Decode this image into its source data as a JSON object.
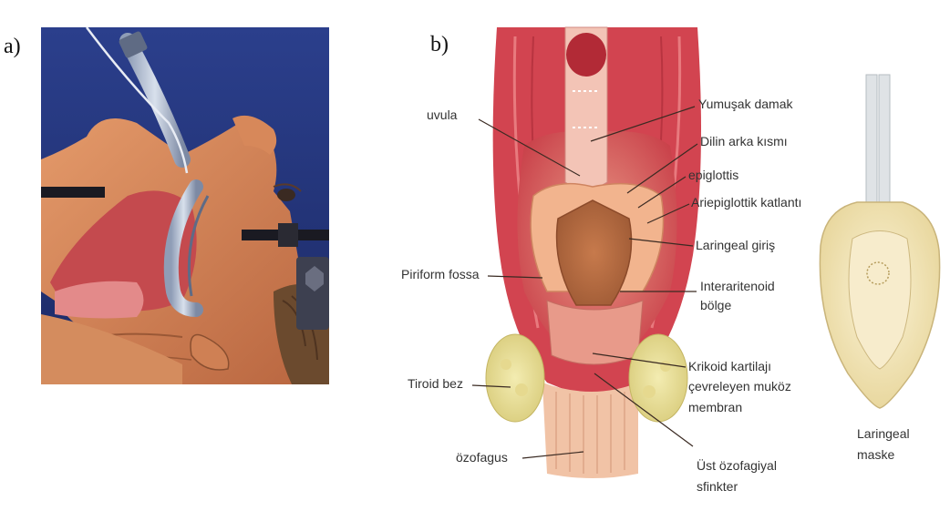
{
  "panels": {
    "a_label": "a)",
    "b_label": "b)"
  },
  "labels": {
    "uvula": "uvula",
    "yumusak_damak": "Yumuşak damak",
    "dilin_arka": "Dilin arka kısmı",
    "epiglottis": "epiglottis",
    "ariepiglottik": "Ariepiglottik katlantı",
    "laringeal_giris": "Laringeal giriş",
    "piriform": "Piriform fossa",
    "interaritenoid_1": "Interaritenoid",
    "interaritenoid_2": "bölge",
    "tiroid": "Tiroid bez",
    "krikoid_1": "Krikoid kartilajı",
    "krikoid_2": "çevreleyen muköz",
    "krikoid_3": "membran",
    "ozofagus": "özofagus",
    "ust_ozofagiyal_1": "Üst özofagiyal",
    "ust_ozofagiyal_2": "sfinkter",
    "laringeal_maske_1": "Laringeal",
    "laringeal_maske_2": "maske"
  }
}
